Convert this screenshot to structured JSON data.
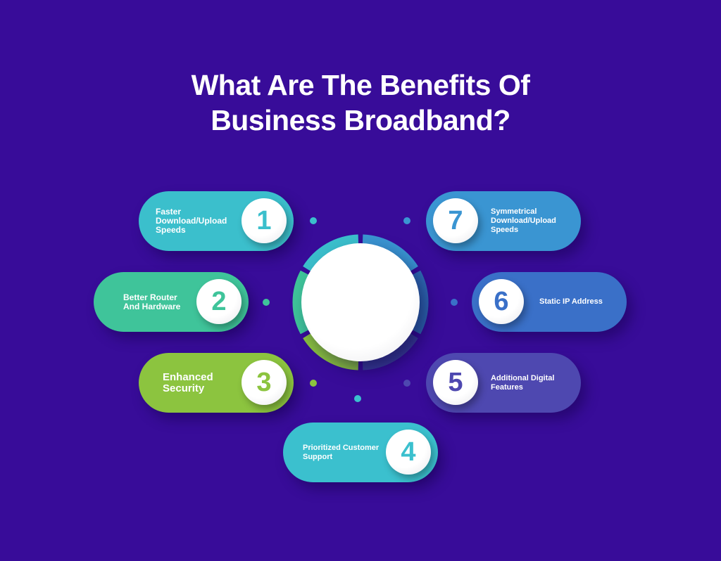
{
  "title": {
    "line1": "What Are The Benefits Of",
    "line2": "Business Broadband?"
  },
  "benefits": [
    {
      "number": "1",
      "label": "Faster Download/Upload Speeds",
      "color": "#3bbfcc"
    },
    {
      "number": "2",
      "label": "Better Router And Hardware",
      "color": "#3fc49a"
    },
    {
      "number": "3",
      "label": "Enhanced Security",
      "color": "#8cc43f"
    },
    {
      "number": "4",
      "label": "Prioritized Customer Support",
      "color": "#3bc0ce"
    },
    {
      "number": "5",
      "label": "Additional Digital Features",
      "color": "#4e48b0"
    },
    {
      "number": "6",
      "label": "Static IP Address",
      "color": "#3a70c8"
    },
    {
      "number": "7",
      "label": "Symmetrical Download/Upload Speeds",
      "color": "#3a95d2"
    }
  ],
  "colors": {
    "background": "#380c99"
  }
}
